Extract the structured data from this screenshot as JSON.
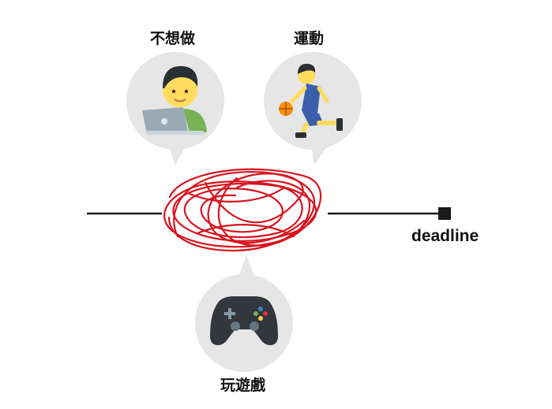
{
  "labels": {
    "top_left": "不想做",
    "top_right": "運動",
    "bottom": "玩遊戲",
    "deadline": "deadline"
  },
  "icons": {
    "top_left": "man-technologist-icon",
    "top_right": "person-bouncing-ball-icon",
    "bottom": "video-game-controller-icon",
    "tangle": "scribble-tangle"
  },
  "colors": {
    "bubble": "#e6e6e6",
    "tangle": "#d7141e",
    "line": "#1a1a1a",
    "text": "#111111"
  }
}
